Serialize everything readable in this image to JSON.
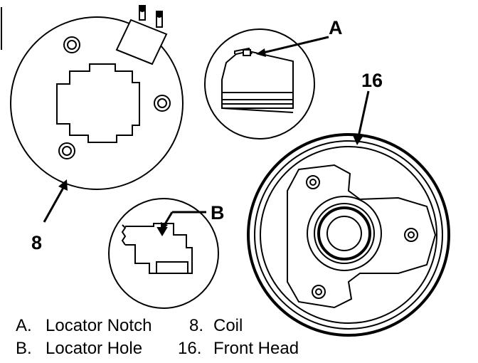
{
  "callouts": {
    "a": "A",
    "b": "B",
    "coil": "8",
    "front_head": "16"
  },
  "legend": [
    {
      "key": "A.",
      "label": "Locator Notch",
      "key2": "8.",
      "label2": "Coil"
    },
    {
      "key": "B.",
      "label": "Locator Hole",
      "key2": "16.",
      "label2": "Front Head"
    }
  ],
  "colors": {
    "ink": "#000000",
    "paper": "#ffffff"
  }
}
